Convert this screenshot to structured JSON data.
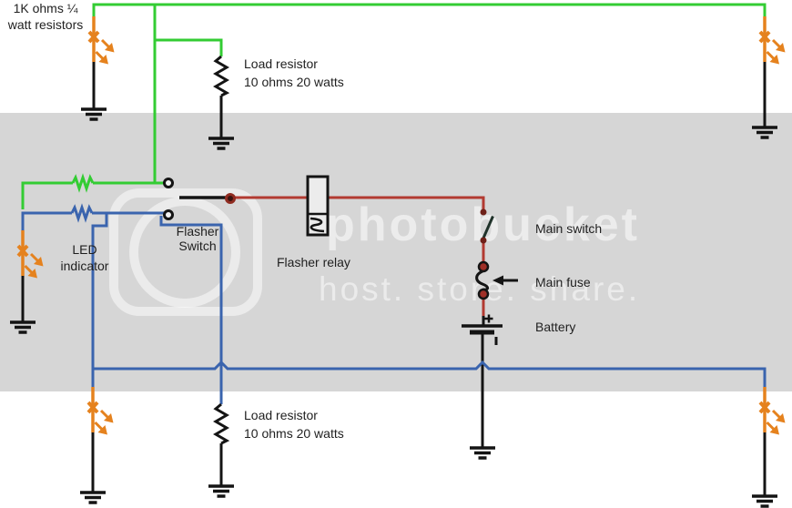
{
  "diagram": {
    "type": "circuit-schematic",
    "labels": {
      "resistors_1k": [
        "1K ohms ¼",
        "watt resistors"
      ],
      "load_resistor_top": [
        "Load resistor",
        "10 ohms 20 watts"
      ],
      "led_indicator": [
        "LED",
        "indicator"
      ],
      "flasher_switch": [
        "Flasher",
        "Switch"
      ],
      "flasher_relay": "Flasher relay",
      "main_switch": "Main switch",
      "main_fuse": "Main fuse",
      "battery": "Battery",
      "load_resistor_bottom": [
        "Load resistor",
        "10 ohms 20 watts"
      ],
      "battery_plus": "+"
    },
    "components": [
      "led-top-left",
      "led-top-right",
      "led-indicator",
      "led-bottom-left",
      "led-bottom-right",
      "load-resistor-top",
      "load-resistor-bottom",
      "resistor-1k-green",
      "resistor-1k-blue",
      "flasher-switch",
      "flasher-relay",
      "main-switch",
      "main-fuse",
      "battery",
      "ground-x7"
    ],
    "colors": {
      "wire_green": "#33cc33",
      "wire_blue": "#3a64ae",
      "wire_red": "#b23a31",
      "wire_black": "#141414",
      "led_orange": "#e5821e",
      "terminal_dark_red": "#6e2018",
      "band_gray": "#d6d6d6",
      "watermark_overlay": "rgba(255,255,255,0.55)",
      "label_text": "#1f1f1f"
    }
  },
  "watermark": {
    "brand": "photobucket",
    "tagline": "host. store. share."
  }
}
